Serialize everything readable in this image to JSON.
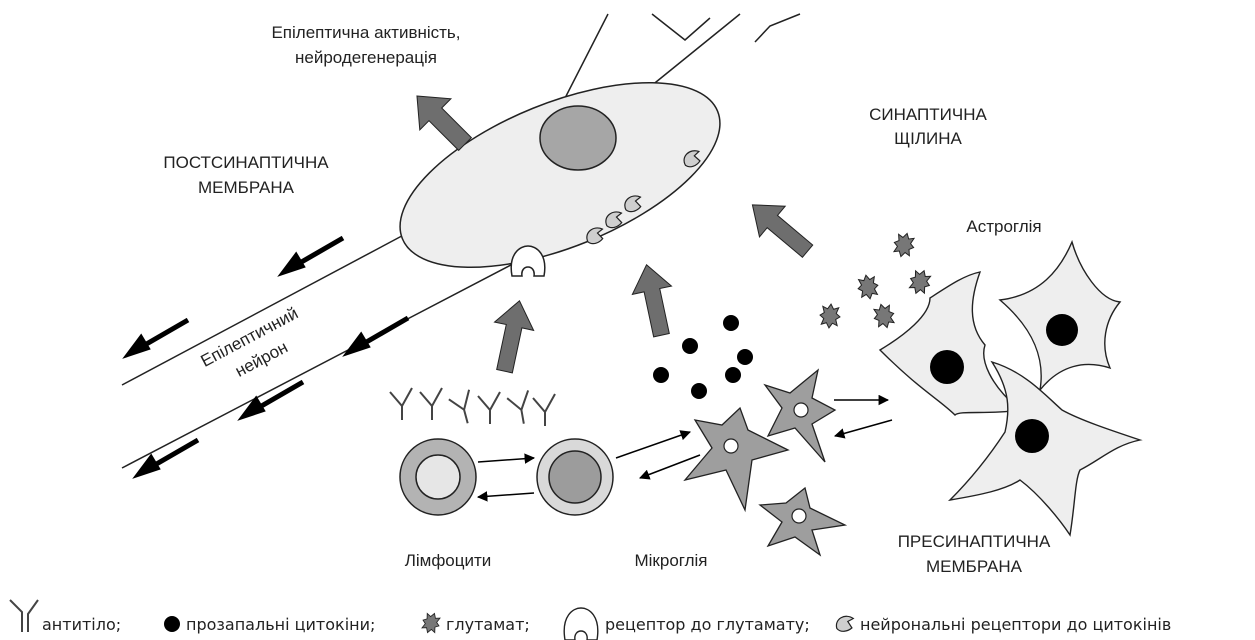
{
  "labels": {
    "activity_line1": "Епілептична активність,",
    "activity_line2": "нейродегенерація",
    "postsynaptic_line1": "ПОСТСИНАПТИЧНА",
    "postsynaptic_line2": "МЕМБРАНА",
    "cleft_line1": "СИНАПТИЧНА",
    "cleft_line2": "ЩІЛИНА",
    "astroglia": "Астроглія",
    "neuron_line1": "Епілептичний",
    "neuron_line2": "нейрон",
    "lymphocytes": "Лімфоцити",
    "microglia": "Мікроглія",
    "presynaptic_line1": "ПРЕСИНАПТИЧНА",
    "presynaptic_line2": "МЕМБРАНА"
  },
  "legend": {
    "antibody": "антитіло;",
    "cytokines": "прозапальні цитокіни;",
    "glutamate": "глутамат;",
    "glutamate_receptor": "рецептор до глутамату;",
    "cytokine_receptors": "нейрональні рецептори до цитокінів"
  },
  "colors": {
    "cell_fill": "#eeeeee",
    "nucleus_gray": "#a6a6a6",
    "arrow_gray": "#6e6e6e",
    "microglia_fill": "#9e9e9e",
    "outline": "#222222",
    "black": "#000000"
  }
}
